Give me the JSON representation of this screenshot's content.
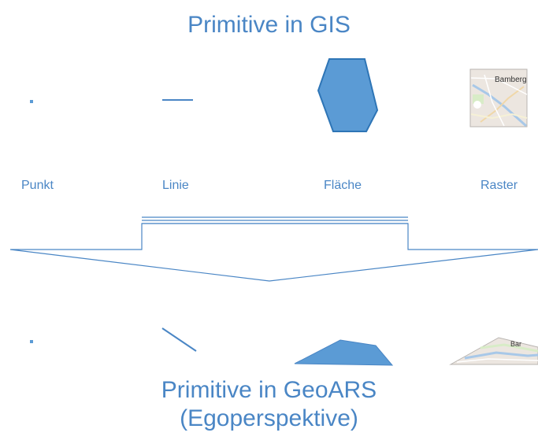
{
  "title_top": "Primitive in GIS",
  "title_bottom_line1": "Primitive in GeoARS",
  "title_bottom_line2": "(Egoperspektive)",
  "labels": {
    "point": "Punkt",
    "line": "Linie",
    "area": "Fläche",
    "raster": "Raster"
  },
  "raster_map_text": "Bamberg",
  "raster_map_text_perspective": "Bar",
  "colors": {
    "accent": "#4a86c5",
    "fill": "#5b9bd5",
    "stroke": "#2e75b6"
  }
}
